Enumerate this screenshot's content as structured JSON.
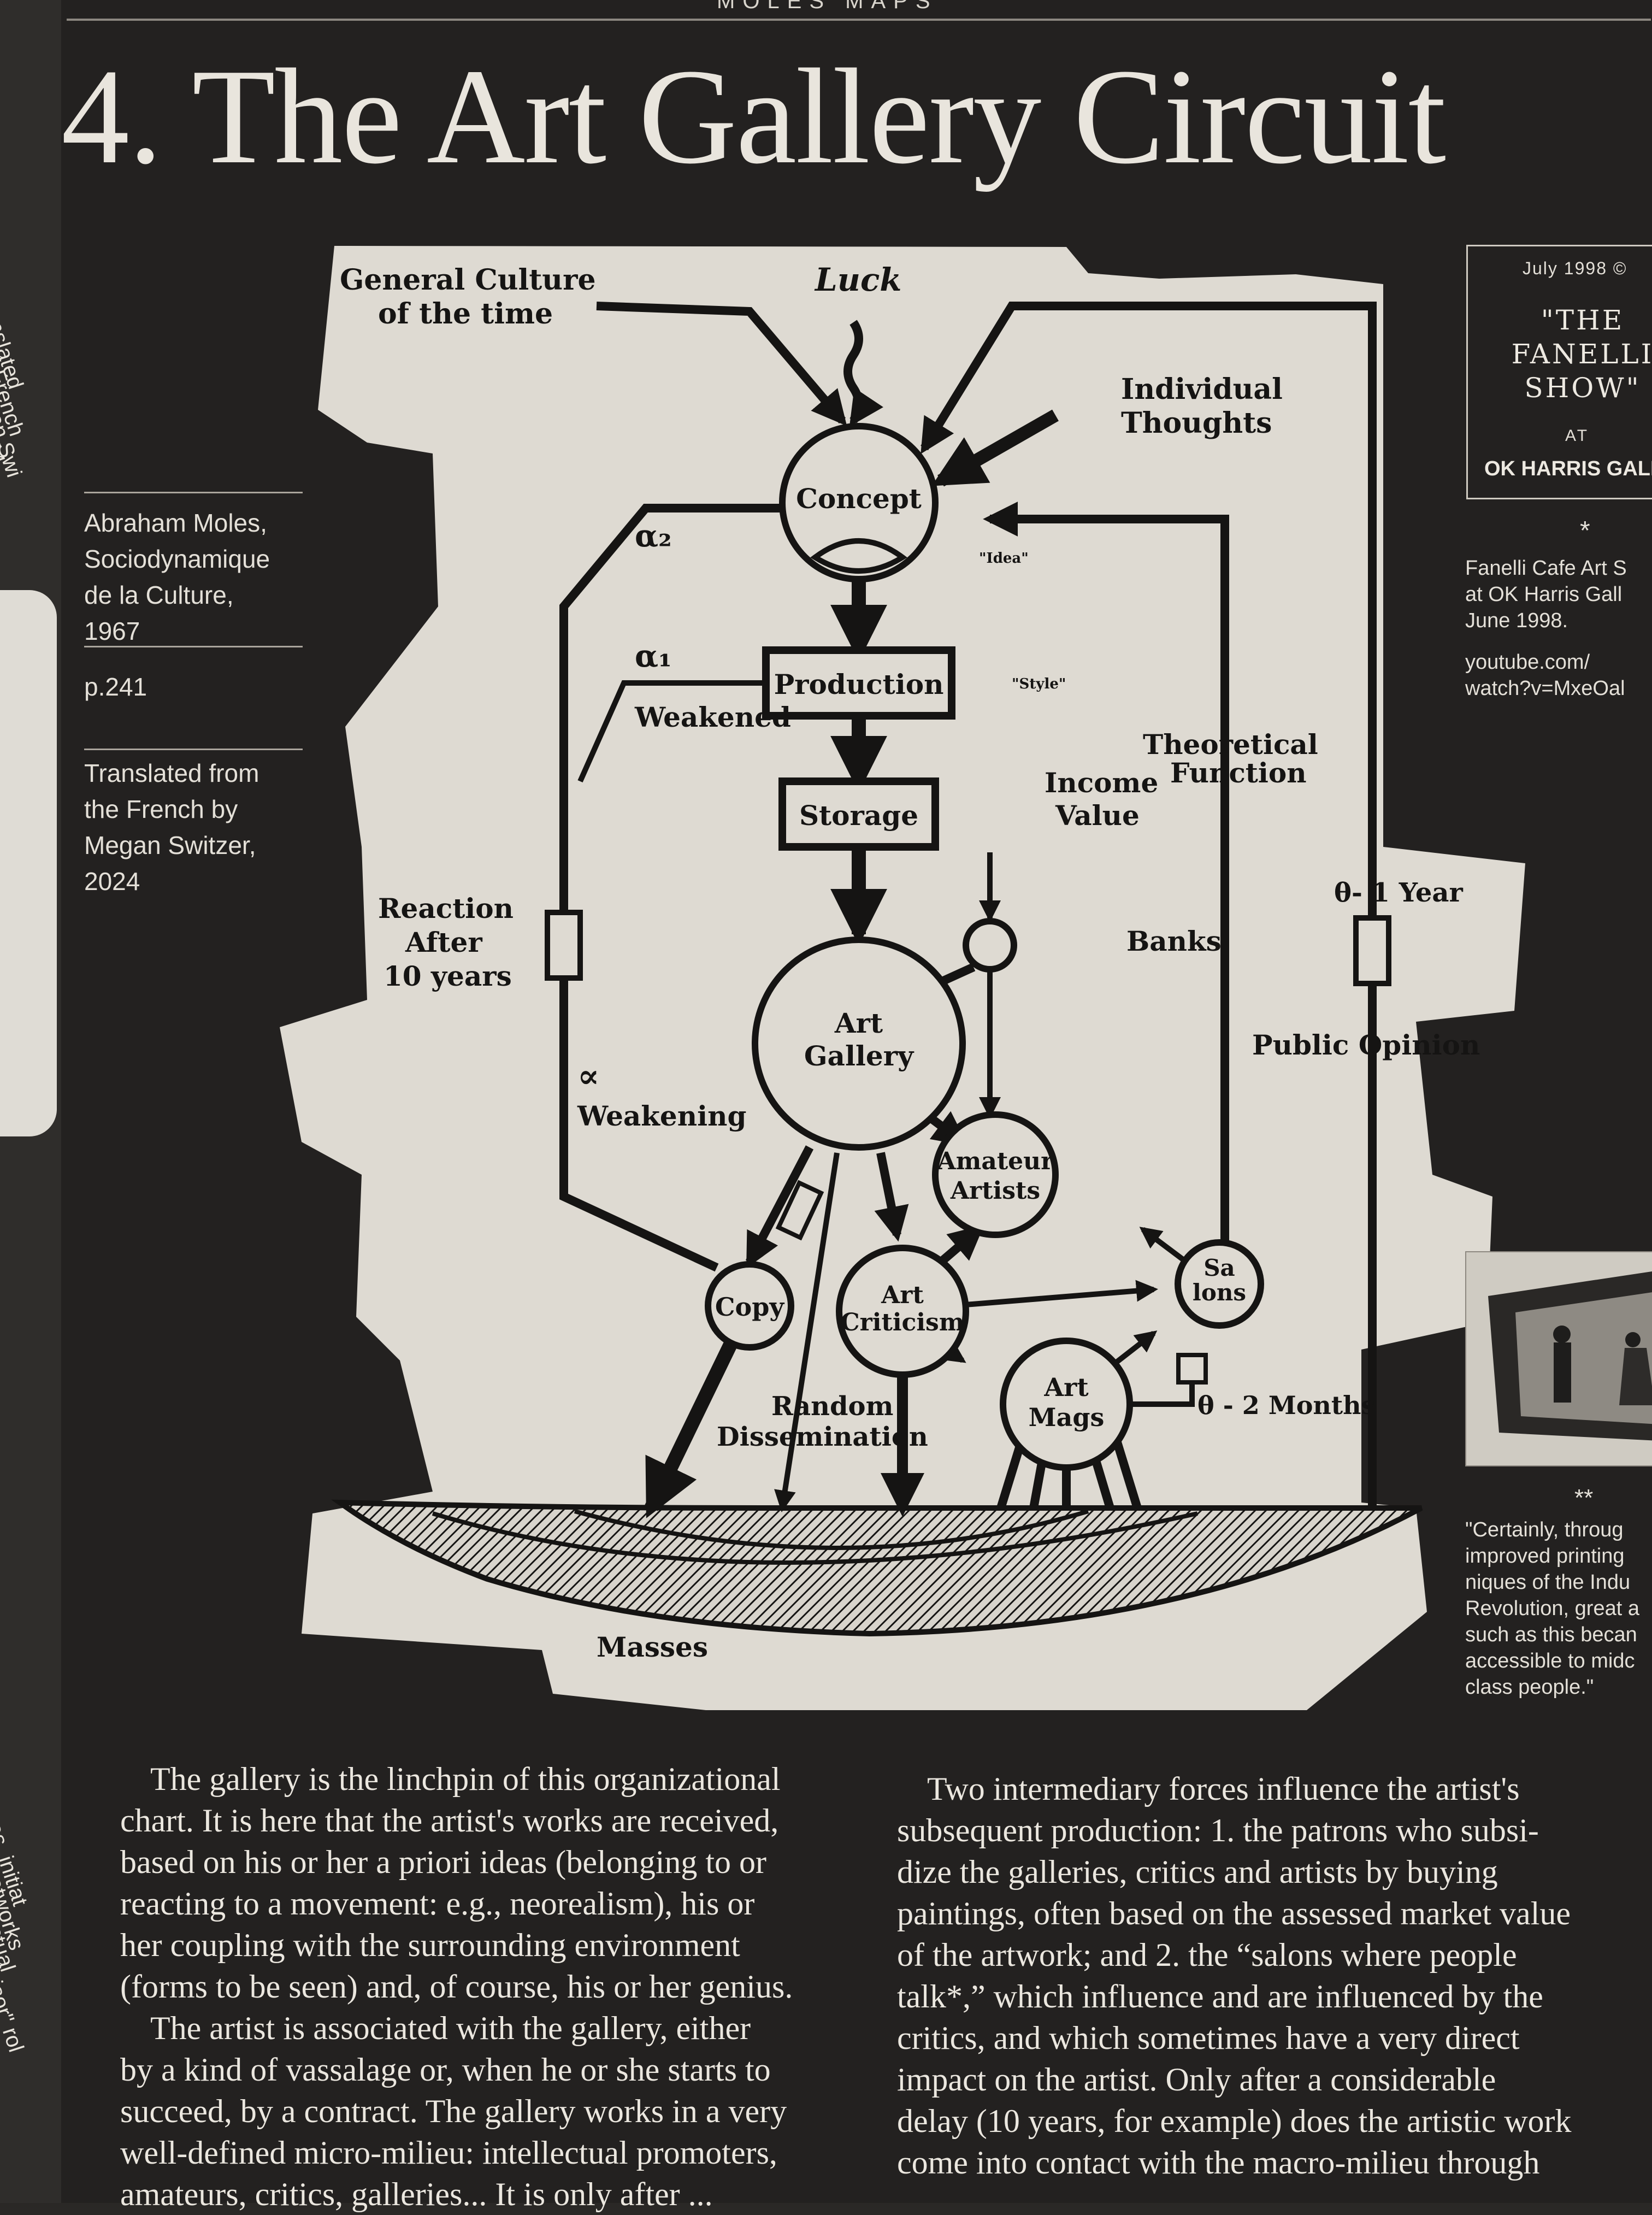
{
  "running_head": "MOLES MAPS",
  "title": "4.  The Art Gallery Circuit",
  "left_page_fragments": [
    "anslated",
    "e French",
    "gan Swi",
    "24",
    "es, initiat",
    "etworks",
    "ctual",
    "isor\" rol"
  ],
  "sidebar": {
    "source_lines": [
      "Abraham Moles,",
      "Sociodynamique",
      "de la Culture,",
      "1967"
    ],
    "page_ref": "p.241",
    "translation_lines": [
      "Translated from",
      "the French by",
      "Megan Switzer,",
      "2024"
    ]
  },
  "diagram": {
    "labels": {
      "general_culture_1": "General Culture",
      "general_culture_2": "of the time",
      "luck": "Luck",
      "individual_1": "Individual",
      "individual_2": "Thoughts",
      "concept": "Concept",
      "idea": "\"Idea\"",
      "alpha2": "α₂",
      "alpha1": "α₁",
      "weakened": "Weakened",
      "production": "Production",
      "style": "\"Style\"",
      "storage": "Storage",
      "theoretical_1": "Theoretical",
      "theoretical_2": "Function",
      "income_1": "Income",
      "income_2": "Value",
      "banks": "Banks",
      "theta_year": "θ- 1 Year",
      "reaction_1": "Reaction",
      "reaction_2": "After",
      "reaction_3": "10 years",
      "art_1": "Art",
      "art_2": "Gallery",
      "alpha": "∝",
      "weakening": "Weakening",
      "public_opinion": "Public Opinion",
      "amateur_1": "Amateur",
      "amateur_2": "Artists",
      "salons_1": "Sa",
      "salons_2": "lons",
      "copy": "Copy",
      "criticism_1": "Art",
      "criticism_2": "Criticism",
      "mags_1": "Art",
      "mags_2": "Mags",
      "theta_months": "θ - 2 Months",
      "random_1": "Random",
      "random_2": "Dissemination",
      "masses": "Masses"
    }
  },
  "right_column": {
    "poster_date": "July 1998 ©",
    "poster_show_lines": [
      "\"THE",
      "FANELLI",
      "SHOW\""
    ],
    "poster_at": "AT",
    "poster_gallery": "OK HARRIS GALLE",
    "asterisk": "*",
    "note_lines": [
      "Fanelli Cafe Art S",
      "at OK Harris Gall",
      "June 1998."
    ],
    "link_lines": [
      "youtube.com/",
      "watch?v=MxeOal"
    ],
    "double_asterisk": "**",
    "quote_lines": [
      "\"Certainly, throug",
      "improved printing",
      "niques of the Indu",
      "Revolution, great a",
      "such as this becan",
      "accessible to midc",
      "class people.\""
    ]
  },
  "body": {
    "col1_p1_lines": [
      "The gallery is the linchpin of this organizational",
      "chart. It is here that the artist's works are received,",
      "based on his or her a priori ideas (belonging to or",
      "reacting to a movement: e.g., neorealism), his or",
      "her coupling with the surrounding environment",
      "(forms to be seen) and, of course, his or her genius."
    ],
    "col1_p2_lines": [
      "The artist is associated with the gallery, either",
      "by a kind of vassalage or, when he or she starts to",
      "succeed, by a contract. The gallery works in a very",
      "well-defined micro-milieu: intellectual promoters,",
      "amateurs, critics, galleries... It is only after ..."
    ],
    "col2_lines": [
      "Two intermediary forces influence the artist's",
      "subsequent production: 1. the patrons who subsi-",
      "dize the galleries, critics and artists by buying",
      "paintings, often based on the assessed market value",
      "of the artwork; and 2. the “salons where people",
      "talk*,” which influence and are influenced by the",
      "critics, and which sometimes have a very direct",
      "impact on the artist. Only after a considerable",
      "delay (10 years, for example) does the artistic work",
      "come into contact with the macro-milieu through"
    ]
  }
}
